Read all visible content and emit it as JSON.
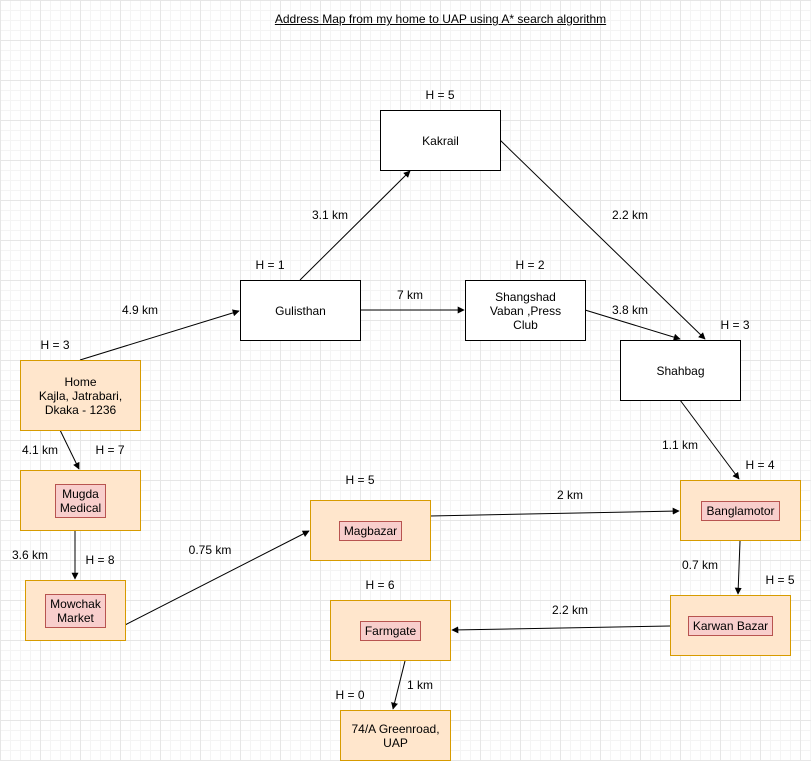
{
  "title": "Address Map from my home to UAP using A* search algorithm",
  "nodes": {
    "home": {
      "label": "Home\nKajla, Jatrabari,\nDkaka - 1236",
      "h": "H = 3"
    },
    "mugda": {
      "label": "Mugda\nMedical",
      "h": "H = 7"
    },
    "mowchak": {
      "label": "Mowchak\nMarket",
      "h": "H = 8"
    },
    "gulisthan": {
      "label": "Gulisthan",
      "h": "H = 1"
    },
    "kakrail": {
      "label": "Kakrail",
      "h": "H = 5"
    },
    "shangshad": {
      "label": "Shangshad\nVaban ,Press\nClub",
      "h": "H = 2"
    },
    "shahbag": {
      "label": "Shahbag",
      "h": "H = 3"
    },
    "banglamotor": {
      "label": "Banglamotor",
      "h": "H = 4"
    },
    "magbazar": {
      "label": "Magbazar",
      "h": "H = 5"
    },
    "karwan": {
      "label": "Karwan Bazar",
      "h": "H = 5"
    },
    "farmgate": {
      "label": "Farmgate",
      "h": "H = 6"
    },
    "greenroad": {
      "label": "74/A Greenroad,\nUAP",
      "h": "H = 0"
    }
  },
  "edges": {
    "home_gulisthan": "4.9 km",
    "gulisthan_kakrail": "3.1 km",
    "gulisthan_shangshad": "7 km",
    "kakrail_shahbag": "2.2 km",
    "shangshad_shahbag": "3.8 km",
    "shahbag_banglamotor": "1.1 km",
    "home_mugda": "4.1 km",
    "mugda_mowchak": "3.6 km",
    "mowchak_magbazar": "0.75 km",
    "magbazar_banglamotor": "2 km",
    "banglamotor_karwan": "0.7 km",
    "karwan_farmgate": "2.2 km",
    "farmgate_greenroad": "1 km"
  }
}
